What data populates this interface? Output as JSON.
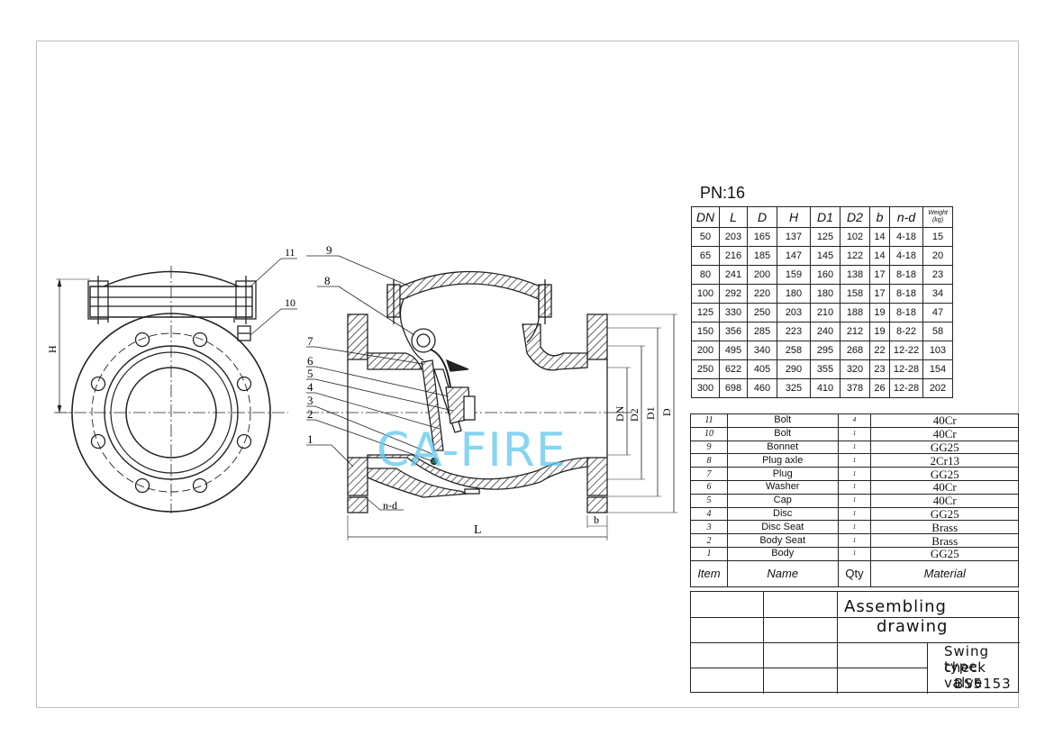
{
  "watermark": "CA-FIRE",
  "drawing": {
    "callouts": [
      "1",
      "2",
      "3",
      "4",
      "5",
      "6",
      "7",
      "8",
      "9",
      "10",
      "11"
    ],
    "dim_labels": {
      "H": "H",
      "L": "L",
      "nd": "n-d",
      "b": "b",
      "DN": "DN",
      "D2": "D2",
      "D1": "D1",
      "D": "D"
    }
  },
  "pn_title": "PN:16",
  "dims_table": {
    "headers": [
      "DN",
      "L",
      "D",
      "H",
      "D1",
      "D2",
      "b",
      "n-d"
    ],
    "weight_header": "Weight",
    "weight_unit": "(kg)",
    "rows": [
      [
        "50",
        "203",
        "165",
        "137",
        "125",
        "102",
        "14",
        "4-18",
        "15"
      ],
      [
        "65",
        "216",
        "185",
        "147",
        "145",
        "122",
        "14",
        "4-18",
        "20"
      ],
      [
        "80",
        "241",
        "200",
        "159",
        "160",
        "138",
        "17",
        "8-18",
        "23"
      ],
      [
        "100",
        "292",
        "220",
        "180",
        "180",
        "158",
        "17",
        "8-18",
        "34"
      ],
      [
        "125",
        "330",
        "250",
        "203",
        "210",
        "188",
        "19",
        "8-18",
        "47"
      ],
      [
        "150",
        "356",
        "285",
        "223",
        "240",
        "212",
        "19",
        "8-22",
        "58"
      ],
      [
        "200",
        "495",
        "340",
        "258",
        "295",
        "268",
        "22",
        "12-22",
        "103"
      ],
      [
        "250",
        "622",
        "405",
        "290",
        "355",
        "320",
        "23",
        "12-28",
        "154"
      ],
      [
        "300",
        "698",
        "460",
        "325",
        "410",
        "378",
        "26",
        "12-28",
        "202"
      ]
    ]
  },
  "parts_table": {
    "rows": [
      {
        "item": "11",
        "name": "Bolt",
        "qty": "4",
        "material": "40Cr"
      },
      {
        "item": "10",
        "name": "Bolt",
        "qty": "1",
        "material": "40Cr"
      },
      {
        "item": "9",
        "name": "Bonnet",
        "qty": "1",
        "material": "GG25"
      },
      {
        "item": "8",
        "name": "Plug axle",
        "qty": "1",
        "material": "2Cr13"
      },
      {
        "item": "7",
        "name": "Plug",
        "qty": "1",
        "material": "GG25"
      },
      {
        "item": "6",
        "name": "Washer",
        "qty": "1",
        "material": "40Cr"
      },
      {
        "item": "5",
        "name": "Cap",
        "qty": "1",
        "material": "40Cr"
      },
      {
        "item": "4",
        "name": "Disc",
        "qty": "1",
        "material": "GG25"
      },
      {
        "item": "3",
        "name": "Disc Seat",
        "qty": "1",
        "material": "Brass"
      },
      {
        "item": "2",
        "name": "Body Seat",
        "qty": "1",
        "material": "Brass"
      },
      {
        "item": "1",
        "name": "Body",
        "qty": "1",
        "material": "GG25"
      }
    ],
    "header": {
      "item": "Item",
      "name": "Name",
      "qty": "Qty",
      "material": "Material"
    }
  },
  "title_block": {
    "assembling_line1": "Assembling",
    "assembling_line2": "drawing",
    "swing_line1": "Swing type",
    "swing_line2": "check valve",
    "standard": "BS5153"
  }
}
